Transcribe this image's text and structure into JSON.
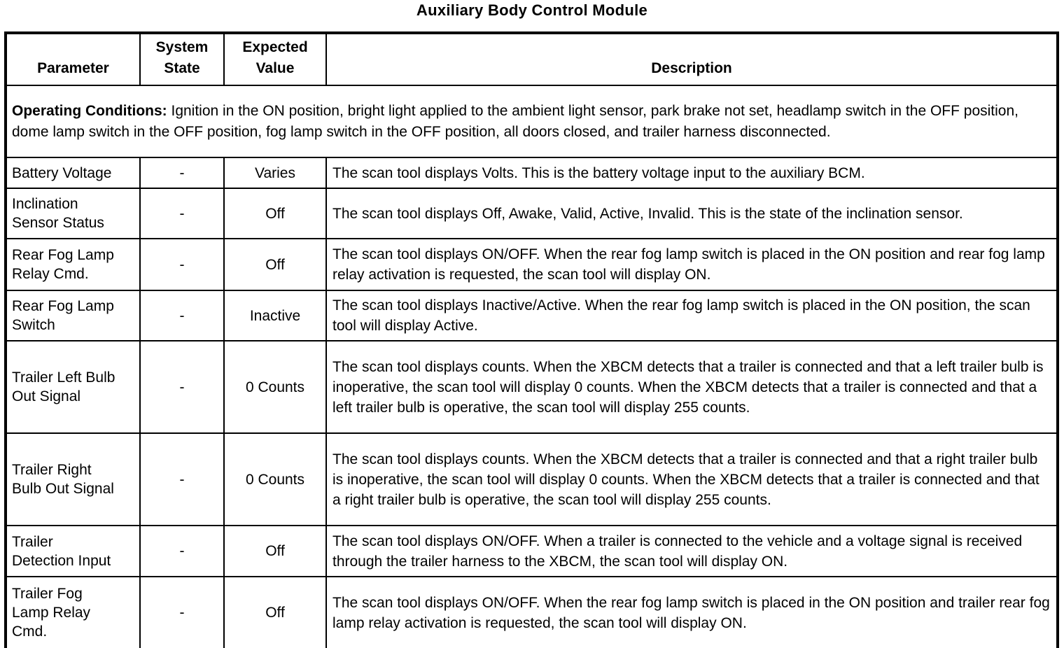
{
  "title": "Auxiliary Body Control Module",
  "table": {
    "headers": {
      "parameter": "Parameter",
      "system_state": "System\nState",
      "expected_value": "Expected\nValue",
      "description": "Description"
    },
    "operating_conditions": {
      "label": "Operating Conditions:",
      "text": " Ignition in the ON position, bright light applied to the ambient light sensor, park brake not set, headlamp switch in the OFF position, dome lamp switch in the OFF position, fog lamp switch in the OFF position, all doors closed, and trailer harness disconnected."
    },
    "rows": [
      {
        "parameter": "Battery Voltage",
        "system_state": "-",
        "expected_value": "Varies",
        "description": "The scan tool displays Volts. This is the battery voltage input to the auxiliary BCM."
      },
      {
        "parameter": "Inclination\nSensor Status",
        "system_state": "-",
        "expected_value": "Off",
        "description": "The scan tool displays Off, Awake, Valid, Active, Invalid. This is the state of the inclination sensor."
      },
      {
        "parameter": "Rear Fog Lamp\nRelay Cmd.",
        "system_state": "-",
        "expected_value": "Off",
        "description": "The scan tool displays ON/OFF. When the rear fog lamp switch is placed in the ON position and rear fog lamp relay activation is requested, the scan tool will display ON."
      },
      {
        "parameter": "Rear Fog Lamp\nSwitch",
        "system_state": "-",
        "expected_value": "Inactive",
        "description": "The scan tool displays Inactive/Active. When the rear fog lamp switch is placed in the ON position, the scan tool will display Active."
      },
      {
        "parameter": "Trailer Left Bulb\nOut Signal",
        "system_state": "-",
        "expected_value": "0 Counts",
        "description": "The scan tool displays counts. When the XBCM detects that a trailer is connected and that a left trailer bulb is inoperative, the scan tool will display 0 counts. When the XBCM detects that a trailer is connected and that a left trailer bulb is operative, the scan tool will display 255 counts."
      },
      {
        "parameter": "Trailer Right\nBulb Out Signal",
        "system_state": "-",
        "expected_value": "0 Counts",
        "description": "The scan tool displays counts. When the XBCM detects that a trailer is connected and that a right trailer bulb is inoperative, the scan tool will display 0 counts. When the XBCM detects that a trailer is connected and that a right trailer bulb is operative, the scan tool will display 255 counts."
      },
      {
        "parameter": "Trailer\nDetection Input",
        "system_state": "-",
        "expected_value": "Off",
        "description": "The scan tool displays ON/OFF. When a trailer is connected to the vehicle and a voltage signal is received through the trailer harness to the XBCM, the scan tool will display ON."
      },
      {
        "parameter": "Trailer Fog\nLamp Relay\nCmd.",
        "system_state": "-",
        "expected_value": "Off",
        "description": "The scan tool displays ON/OFF. When the rear fog lamp switch is placed in the ON position and trailer rear fog lamp relay activation is requested, the scan tool will display ON."
      }
    ]
  }
}
